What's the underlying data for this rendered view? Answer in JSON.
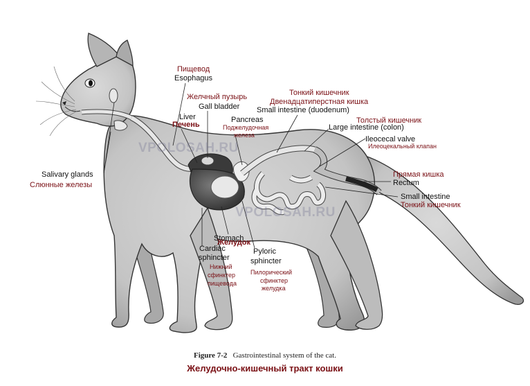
{
  "watermarks": [
    "VPOLOSAH.RU",
    "VPOLOSAH.RU"
  ],
  "labels": {
    "esophagus_ru": "Пищевод",
    "esophagus_en": "Esophagus",
    "gallbladder_ru": "Желчный пузырь",
    "gallbladder_en": "Gall bladder",
    "liver_en": "Liver",
    "liver_ru": "Печень",
    "pancreas_en": "Pancreas",
    "pancreas_ru_1": "Поджелудочная",
    "pancreas_ru_2": "железа",
    "small_int_ru": "Тонкий кишечник",
    "duodenum_ru": "Двенадцатиперстная кишка",
    "duodenum_en": "Small intestine (duodenum)",
    "large_int_ru": "Толстый кишечник",
    "large_int_en": "Large intestine (colon)",
    "ileocecal_en": "Ileocecal valve",
    "ileocecal_ru": "Илеоцекальный клапан",
    "rectum_ru": "Прямая кишка",
    "rectum_en": "Rectum",
    "small_int2_en": "Small intestine",
    "small_int2_ru": "Тонкий кишечник",
    "salivary_en": "Salivary glands",
    "salivary_ru": "Слюнные железы",
    "stomach_en": "Stomach",
    "stomach_ru": "Желудок",
    "cardiac_en_1": "Cardiac",
    "cardiac_en_2": "sphincter",
    "cardiac_ru_1": "Нижний",
    "cardiac_ru_2": "сфинктер",
    "cardiac_ru_3": "пищевода",
    "pyloric_en_1": "Pyloric",
    "pyloric_en_2": "sphincter",
    "pyloric_ru_1": "Пилорический",
    "pyloric_ru_2": "сфинктер",
    "pyloric_ru_3": "желудка"
  },
  "caption": {
    "figure": "Figure 7-2",
    "text": "Gastrointestinal system of the cat.",
    "ru": "Желудочно-кишечный тракт кошки"
  },
  "colors": {
    "body": "#c9c9c9",
    "outline": "#333333",
    "organ": "#e6e6e6",
    "stomach": "#4a4a4a",
    "label_ru": "#7a1015"
  }
}
